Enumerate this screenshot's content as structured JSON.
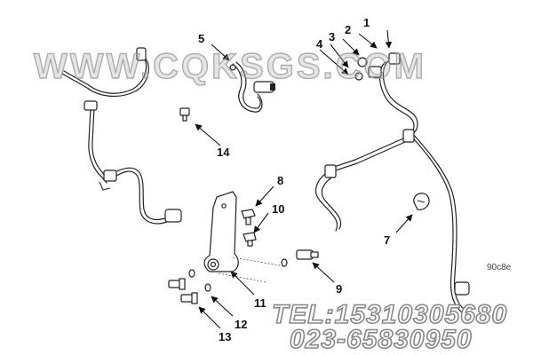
{
  "watermark": {
    "site": "WWW.CQKSGS.COM",
    "tel": "TEL:15310305680",
    "phone": "023-65830950"
  },
  "corner_text": "90c8e",
  "callouts": [
    "1",
    "2",
    "3",
    "4",
    "5",
    "7",
    "8",
    "9",
    "10",
    "11",
    "12",
    "13",
    "14"
  ]
}
